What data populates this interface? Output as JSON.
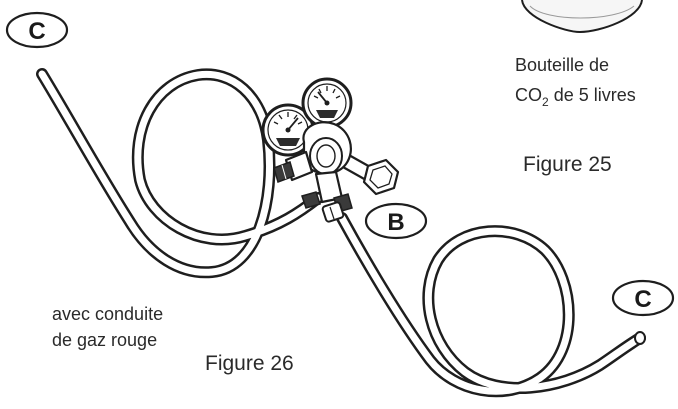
{
  "callouts": {
    "c_top_left": "C",
    "c_bottom_right": "C",
    "b_regulator": "B"
  },
  "cylinder": {
    "label_line1": "Bouteille de",
    "label_line2_prefix": "CO",
    "label_line2_subscript": "2",
    "label_line2_suffix": " de 5 livres"
  },
  "figures": {
    "figure_25": "Figure 25",
    "figure_26": "Figure 26"
  },
  "hose_note": {
    "line1": "avec conduite",
    "line2": "de gaz rouge"
  },
  "gauges": {
    "left_icon": "pressure-gauge-icon",
    "right_icon": "pressure-gauge-icon"
  }
}
